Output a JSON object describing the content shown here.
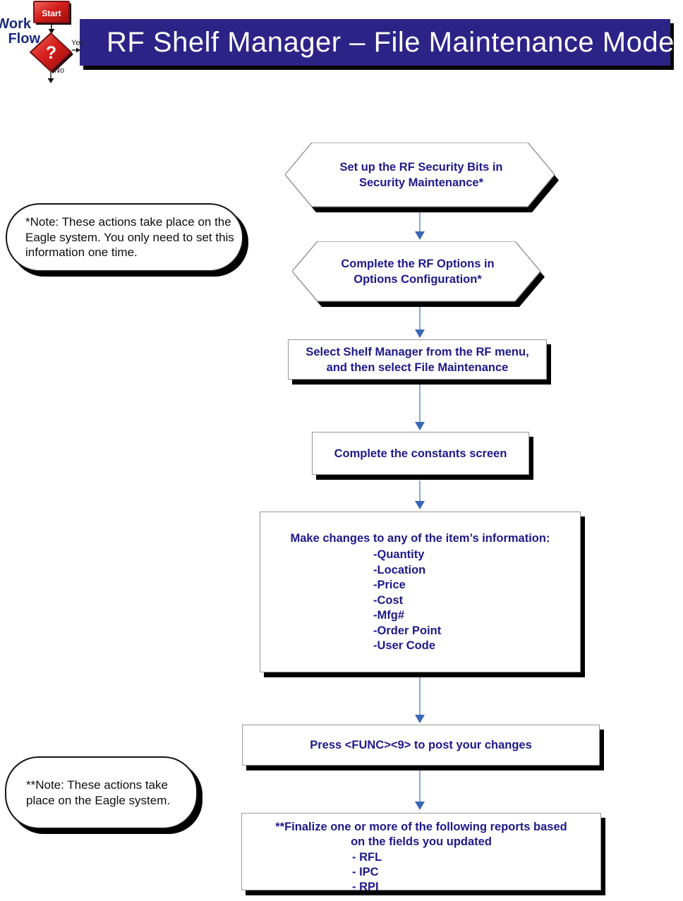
{
  "title": "RF Shelf Manager – File Maintenance Mode",
  "logo": {
    "work": "Work",
    "flow": "Flow",
    "start_label": "Start",
    "decision_label": "?",
    "yes_label": "Yes",
    "no_label": "No"
  },
  "colors": {
    "title_bar_bg": "#2d2387",
    "node_text": "#1e198a",
    "arrow_line": "#5b84cb",
    "arrow_head": "#3a67b3",
    "logo_red": "#d6201d",
    "logo_red_border": "#7c1212",
    "logo_navy": "#1b2a7e",
    "shadow": "#000000"
  },
  "flow": {
    "step1": {
      "shape": "hexagon",
      "lines": [
        "Set up the RF Security Bits in",
        "Security Maintenance*"
      ]
    },
    "step2": {
      "shape": "hexagon",
      "lines": [
        "Complete the RF Options in",
        "Options Configuration*"
      ]
    },
    "step3": {
      "shape": "rectangle",
      "lines": [
        "Select Shelf Manager from the RF menu,",
        "and then select File Maintenance"
      ]
    },
    "step4": {
      "shape": "rectangle",
      "lines": [
        "Complete the constants screen"
      ]
    },
    "step5": {
      "shape": "rectangle",
      "heading": "Make changes to any of the item’s information:",
      "items": [
        "-Quantity",
        "-Location",
        "-Price",
        "-Cost",
        "-Mfg#",
        "-Order Point",
        "-User Code"
      ]
    },
    "step6": {
      "shape": "rectangle",
      "lines": [
        "Press <FUNC><9> to post your changes"
      ]
    },
    "step7": {
      "shape": "rectangle",
      "heading_lines": [
        "**Finalize one or more of the following reports based",
        "on the fields you updated"
      ],
      "items": [
        "- RFL",
        "- IPC",
        "- RPI"
      ]
    }
  },
  "notes": {
    "note1": {
      "lines": [
        "*Note: These actions take place on the",
        "Eagle system. You only need to set this",
        "information one time."
      ]
    },
    "note2": {
      "lines": [
        "**Note: These actions take",
        "place on the Eagle system."
      ]
    }
  }
}
